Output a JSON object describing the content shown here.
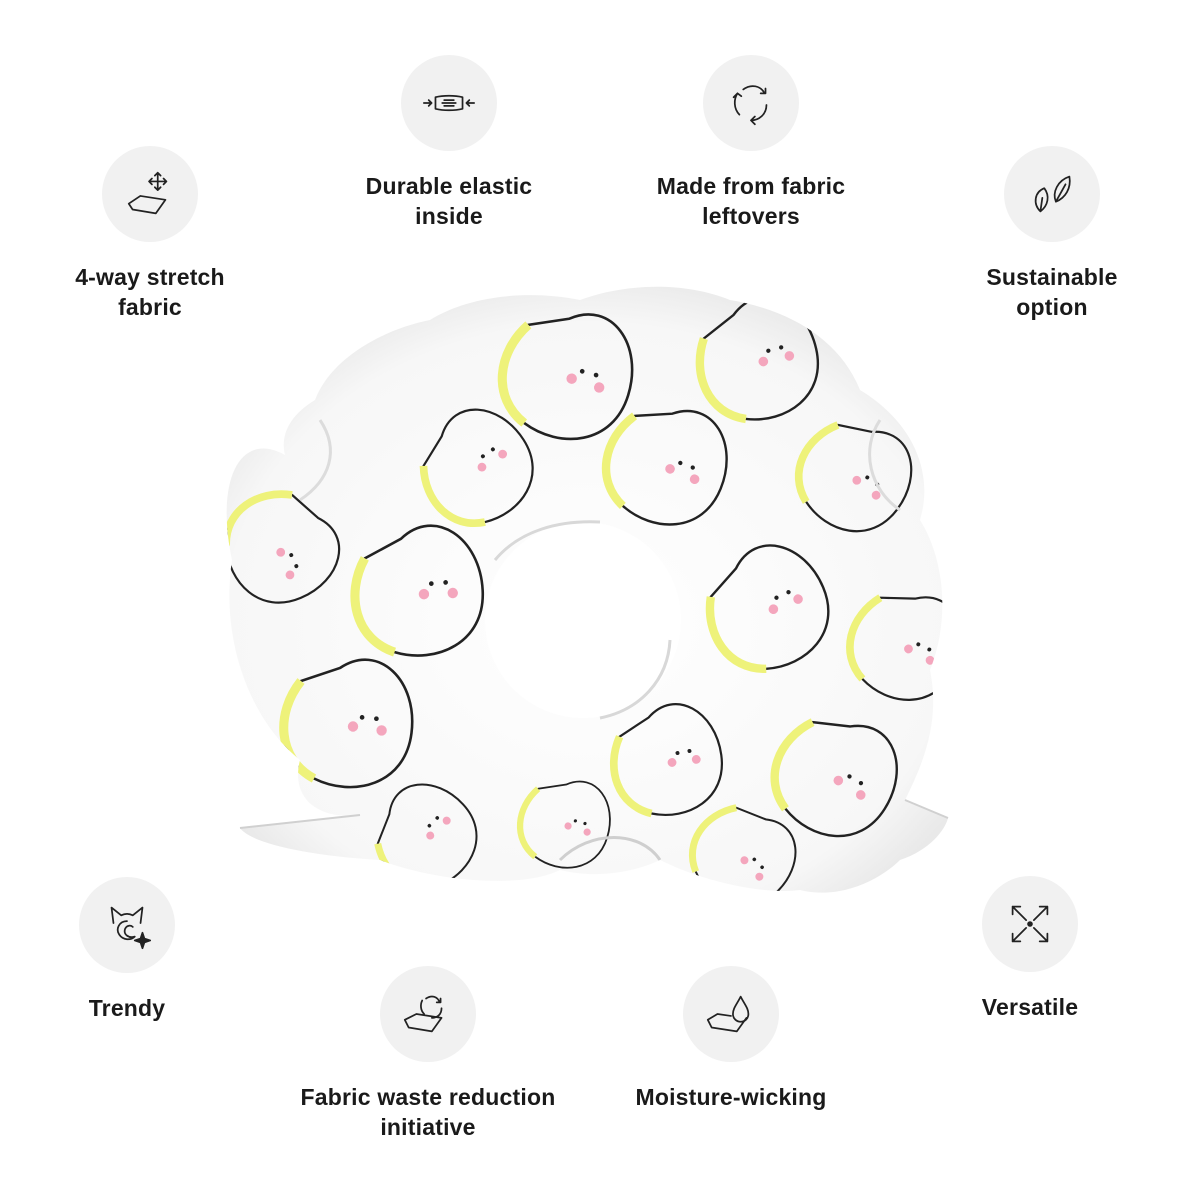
{
  "features": {
    "stretch": {
      "label": "4-way stretch\nfabric",
      "icon": "stretch-fabric-icon"
    },
    "elastic": {
      "label": "Durable elastic\ninside",
      "icon": "elastic-icon"
    },
    "leftovers": {
      "label": "Made from fabric\nleftovers",
      "icon": "recycle-icon"
    },
    "sustainable": {
      "label": "Sustainable\noption",
      "icon": "leaf-icon"
    },
    "trendy": {
      "label": "Trendy",
      "icon": "cat-ears-sparkle-icon"
    },
    "waste": {
      "label": "Fabric waste reduction\ninitiative",
      "icon": "fabric-recycle-icon"
    },
    "moisture": {
      "label": "Moisture-wicking",
      "icon": "water-drop-fabric-icon"
    },
    "versatile": {
      "label": "Versatile",
      "icon": "expand-arrows-icon"
    }
  },
  "colors": {
    "icon_bg": "#f1f1f1",
    "text": "#1a1a1a",
    "pattern_yellow": "#eef27a",
    "pattern_pink": "#f4a6bd"
  }
}
